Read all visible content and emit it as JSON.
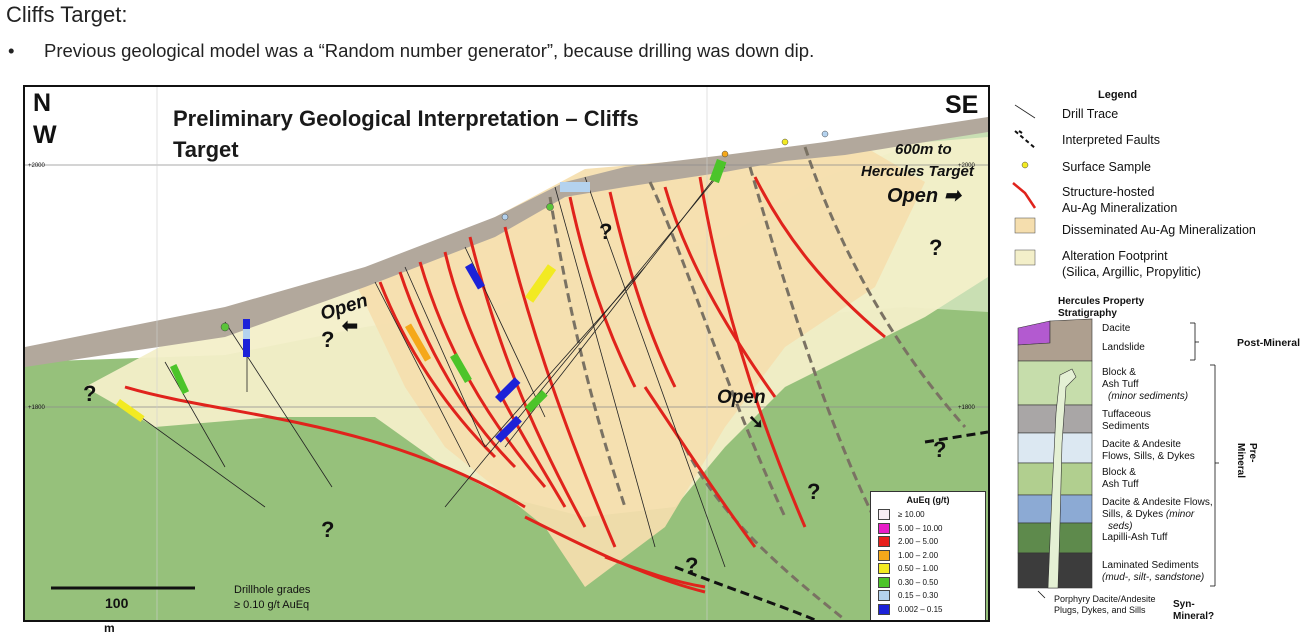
{
  "slide": {
    "title": "Cliffs Target:",
    "bullet": "•",
    "bullet_text": "Previous geological model was a “Random number generator”, because drilling was down dip."
  },
  "section": {
    "dir_left_1": "N",
    "dir_left_2": "W",
    "dir_right": "SE",
    "title_line1": "Preliminary Geological Interpretation – Cliffs",
    "title_line2": "Target",
    "elev_top_left": "+2000",
    "elev_top_right": "+2000",
    "elev_mid_left": "+1800",
    "elev_mid_right": "+1800",
    "note_line1": "600m to",
    "note_line2": "Hercules Target",
    "open_label": "Open",
    "open_arrow_right": "➡",
    "open_arrow_left": "⬅",
    "open_arrow_down": "➘",
    "question": "?",
    "scale_value": "100",
    "scale_unit": "m",
    "drill_note_line1": "Drillhole grades",
    "drill_note_line2": "≥ 0.10 g/t AuEq",
    "colors": {
      "sky": "#ffffff",
      "cover": "#b2a89c",
      "green": "#96c17b",
      "alteration": "#f3efc9",
      "disseminated": "#f5deae",
      "red": "#e0231c"
    }
  },
  "grade_legend": {
    "title": "AuEq (g/t)",
    "rows": [
      {
        "label": "≥ 10.00",
        "color": "#f8eef4"
      },
      {
        "label": "5.00 – 10.00",
        "color": "#e81ec8"
      },
      {
        "label": "2.00 – 5.00",
        "color": "#e8201c"
      },
      {
        "label": "1.00 – 2.00",
        "color": "#f5a81a"
      },
      {
        "label": "0.50 – 1.00",
        "color": "#f2ea22"
      },
      {
        "label": "0.30 – 0.50",
        "color": "#4cc42a"
      },
      {
        "label": "0.15 – 0.30",
        "color": "#b4d2ee"
      },
      {
        "label": "0.002 – 0.15",
        "color": "#1c22d8"
      }
    ]
  },
  "legend": {
    "title": "Legend",
    "drill_trace": "Drill Trace",
    "faults": "Interpreted Faults",
    "surface_sample": "Surface Sample",
    "structure_line1": "Structure-hosted",
    "structure_line2": "Au-Ag Mineralization",
    "disseminated": "Disseminated Au-Ag Mineralization",
    "alteration_line1": "Alteration Footprint",
    "alteration_line2": "(Silica, Argillic, Propylitic)"
  },
  "stratigraphy": {
    "title_line1": "Hercules Property",
    "title_line2": "Stratigraphy",
    "units": [
      {
        "label": "Dacite",
        "color": "#b35ad0"
      },
      {
        "label": "Landslide",
        "color": "#ae9f8f"
      },
      {
        "label": "Block & Ash Tuff",
        "sub": "(minor sediments)",
        "color": "#c6ddab"
      },
      {
        "label": "Tuffaceous Sediments",
        "color": "#a9a6a6"
      },
      {
        "label": "Dacite & Andesite Flows, Sills, & Dykes",
        "color": "#dce8f2"
      },
      {
        "label": "Block & Ash Tuff",
        "color": "#b1cf8f"
      },
      {
        "label": "Dacite & Andesite Flows, Sills, & Dykes",
        "sub": "(minor seds)",
        "color": "#8caad4"
      },
      {
        "label": "Lapilli-Ash Tuff",
        "color": "#5e8a4c"
      },
      {
        "label": "Laminated Sediments",
        "sub": "(mud-, silt-, sandstone)",
        "color": "#3c3c3c"
      }
    ],
    "l1": "Dacite",
    "l2": "Landslide",
    "l3a": "Block &",
    "l3b": "Ash Tuff",
    "l3c": "(minor sediments)",
    "l4a": "Tuffaceous",
    "l4b": "Sediments",
    "l5a": "Dacite & Andesite",
    "l5b": "Flows, Sills, & Dykes",
    "l6a": "Block &",
    "l6b": "Ash Tuff",
    "l7a": "Dacite & Andesite Flows,",
    "l7b": "Sills, & Dykes",
    "l7c": "(minor",
    "l7d": "seds)",
    "l8": "Lapilli-Ash Tuff",
    "l9a": "Laminated Sediments",
    "l9b": "(mud-, silt-, sandstone)",
    "post_mineral": "Post-Mineral",
    "pre_mineral": "Pre-\nMineral",
    "pre_mineral_1": "Pre-",
    "pre_mineral_2": "Mineral",
    "porphyry_line1": "Porphyry Dacite/Andesite",
    "porphyry_line2": "Plugs, Dykes, and Sills",
    "syn_line1": "Syn-",
    "syn_line2": "Mineral?"
  }
}
